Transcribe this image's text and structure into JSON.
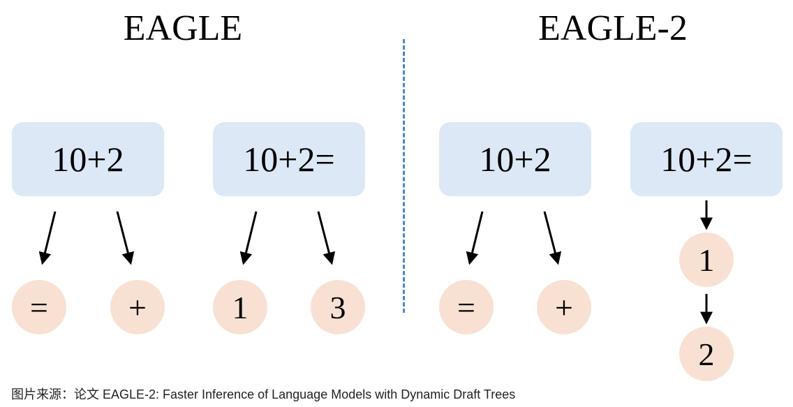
{
  "left": {
    "title": "EAGLE",
    "box1": "10+2",
    "box2": "10+2=",
    "circles": [
      "=",
      "+",
      "1",
      "3"
    ]
  },
  "right": {
    "title": "EAGLE-2",
    "box1": "10+2",
    "box2": "10+2=",
    "circles": [
      "=",
      "+"
    ],
    "chain": [
      "1",
      "2"
    ]
  },
  "caption": "图片来源：论文 EAGLE-2: Faster Inference of Language Models with Dynamic Draft Trees"
}
